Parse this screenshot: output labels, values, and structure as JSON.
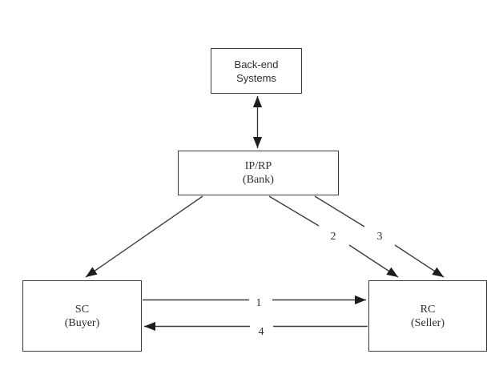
{
  "diagram": {
    "nodes": {
      "backend": {
        "line1": "Back-end",
        "line2": "Systems"
      },
      "bank": {
        "line1": "IP/RP",
        "line2": "(Bank)"
      },
      "buyer": {
        "line1": "SC",
        "line2": "(Buyer)"
      },
      "seller": {
        "line1": "RC",
        "line2": "(Seller)"
      }
    },
    "edge_labels": {
      "one": "1",
      "two": "2",
      "three": "3",
      "four": "4"
    },
    "colors": {
      "background": "#ffffff",
      "line": "#3c3c3c",
      "text": "#2e2e2e",
      "arrowhead": "#1d1d1d"
    }
  }
}
